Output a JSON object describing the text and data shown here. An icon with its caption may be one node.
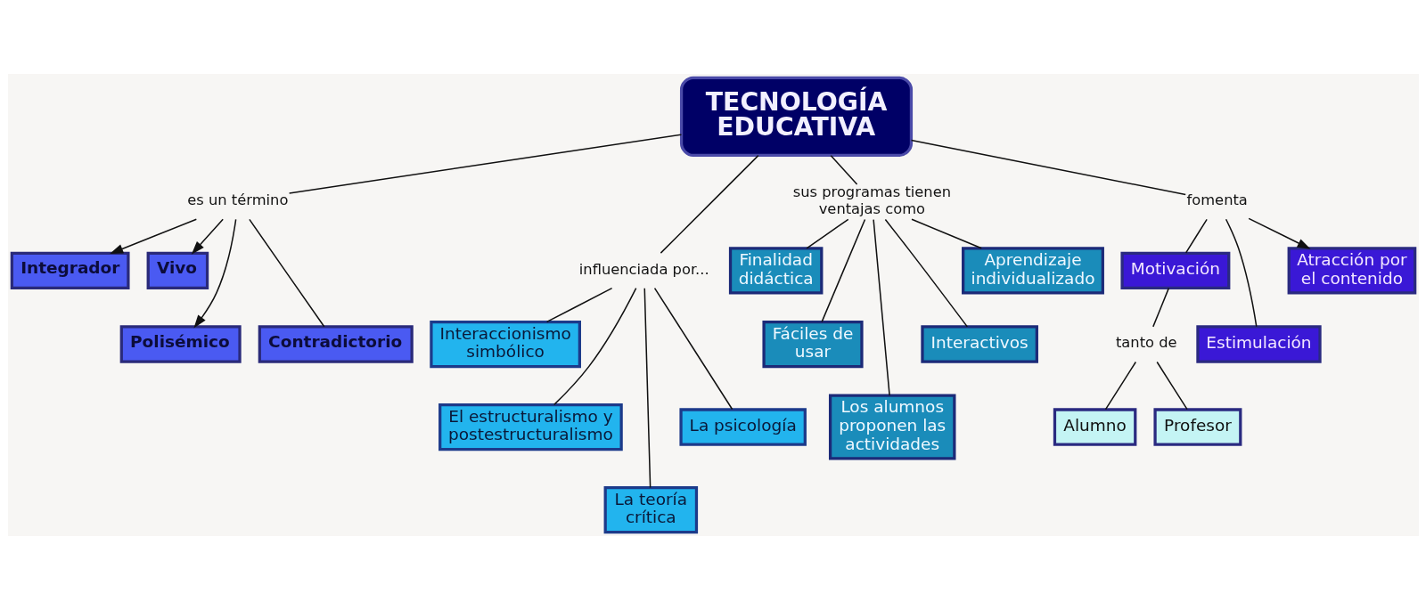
{
  "diagram": {
    "nodes": [
      {
        "text": [
          "TECNOLOGÍA EDUCATIVA"
        ]
      },
      {
        "text": [
          "es un término"
        ]
      },
      {
        "text": [
          "Integrador"
        ]
      },
      {
        "text": [
          "Vivo"
        ]
      },
      {
        "text": [
          "Polisémico"
        ]
      },
      {
        "text": [
          "Contradictorio"
        ]
      },
      {
        "text": [
          "influenciada por..."
        ]
      },
      {
        "text": [
          "Interaccionismo simbólico"
        ]
      },
      {
        "text": [
          "El estructuralismo y postestructuralismo"
        ]
      },
      {
        "text": [
          "La teoría crítica"
        ]
      },
      {
        "text": [
          "La psicología"
        ]
      },
      {
        "text": [
          "sus programas tienen ventajas como"
        ]
      },
      {
        "text": [
          "Finalidad didáctica"
        ]
      },
      {
        "text": [
          "Fáciles de usar"
        ]
      },
      {
        "text": [
          "Los alumnos proponen las actividades"
        ]
      },
      {
        "text": [
          "Interactivos"
        ]
      },
      {
        "text": [
          "Aprendizaje individualizado"
        ]
      },
      {
        "text": [
          "fomenta"
        ]
      },
      {
        "text": [
          "Motivación"
        ]
      },
      {
        "text": [
          "tanto de"
        ]
      },
      {
        "text": [
          "Alumno"
        ]
      },
      {
        "text": [
          "Profesor"
        ]
      },
      {
        "text": [
          "Estimulación"
        ]
      },
      {
        "text": [
          "Atracción por el contenido"
        ]
      }
    ],
    "edges": [
      {
        "from": 0,
        "to": 1,
        "arrow": "none"
      },
      {
        "from": 1,
        "to": 2,
        "arrow": "to"
      },
      {
        "from": 1,
        "to": 3,
        "arrow": "to"
      },
      {
        "from": 1,
        "to": 4,
        "arrow": "to"
      },
      {
        "from": 1,
        "to": 5,
        "arrow": "none"
      },
      {
        "from": 0,
        "to": 6,
        "arrow": "none"
      },
      {
        "from": 6,
        "to": 7,
        "arrow": "none"
      },
      {
        "from": 6,
        "to": 8,
        "arrow": "none"
      },
      {
        "from": 6,
        "to": 9,
        "arrow": "none"
      },
      {
        "from": 6,
        "to": 10,
        "arrow": "none"
      },
      {
        "from": 0,
        "to": 11,
        "arrow": "none"
      },
      {
        "from": 11,
        "to": 12,
        "arrow": "none"
      },
      {
        "from": 11,
        "to": 13,
        "arrow": "none"
      },
      {
        "from": 11,
        "to": 14,
        "arrow": "none"
      },
      {
        "from": 11,
        "to": 15,
        "arrow": "none"
      },
      {
        "from": 11,
        "to": 16,
        "arrow": "none"
      },
      {
        "from": 0,
        "to": 17,
        "arrow": "none"
      },
      {
        "from": 17,
        "to": 18,
        "arrow": "none"
      },
      {
        "from": 17,
        "to": 22,
        "arrow": "none"
      },
      {
        "from": 17,
        "to": 23,
        "arrow": "to"
      },
      {
        "from": 18,
        "to": 19,
        "arrow": "none"
      },
      {
        "from": 19,
        "to": 20,
        "arrow": "none"
      },
      {
        "from": 19,
        "to": 21,
        "arrow": "none"
      }
    ]
  }
}
